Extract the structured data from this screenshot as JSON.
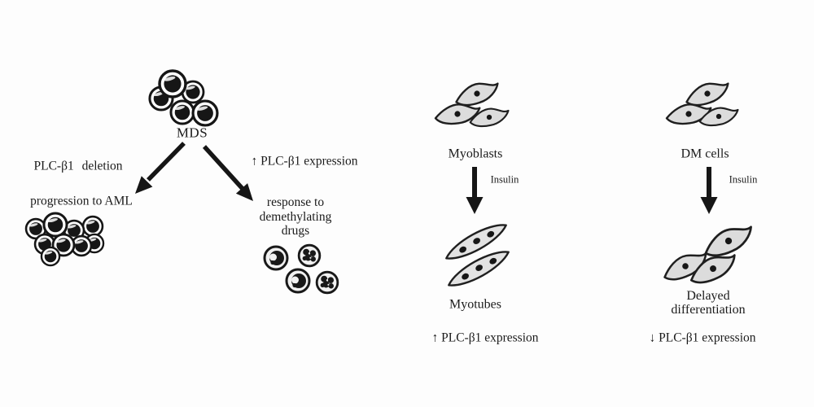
{
  "colors": {
    "background": "#fdfdfd",
    "ink": "#1b1b1b",
    "cell_gray": "#dcdcdc",
    "cell_light": "#f1f1f1"
  },
  "panels": {
    "mds": {
      "title": "MDS",
      "deletion_label": "PLC-β1 deletion",
      "expression_label": "↑ PLC-β1 expression",
      "aml_label": "progression to AML",
      "response_lines": [
        "response to",
        "demethylating",
        "drugs"
      ]
    },
    "myoblast": {
      "top_label": "Myoblasts",
      "arrow_label": "Insulin",
      "bottom_label": "Myotubes",
      "expression_label": "↑ PLC-β1 expression"
    },
    "dm": {
      "top_label": "DM cells",
      "arrow_label": "Insulin",
      "bottom_label_lines": [
        "Delayed",
        "differentiation"
      ],
      "expression_label": "↓ PLC-β1 expression"
    }
  }
}
